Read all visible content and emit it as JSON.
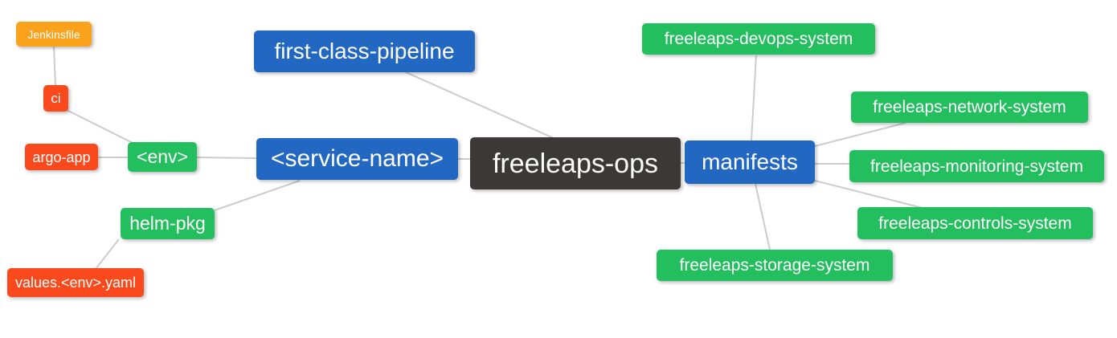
{
  "diagram": {
    "type": "mindmap",
    "background": "#ffffff",
    "text_color": "#ffffff",
    "edge_color": "#cccccc",
    "palette": {
      "root_dark": "#3b3837",
      "branch_blue": "#2268c3",
      "leaf_green": "#23be5e",
      "leaf_red": "#fa4a1d",
      "leaf_orange": "#faa21b"
    },
    "nodes": {
      "freeleaps_ops": {
        "label": "freeleaps-ops",
        "color": "#3b3837"
      },
      "first_class_pipeline": {
        "label": "first-class-pipeline",
        "color": "#2268c3"
      },
      "service_name": {
        "label": "<service-name>",
        "color": "#2268c3"
      },
      "manifests": {
        "label": "manifests",
        "color": "#2268c3"
      },
      "env": {
        "label": "<env>",
        "color": "#23be5e"
      },
      "helm_pkg": {
        "label": "helm-pkg",
        "color": "#23be5e"
      },
      "ci": {
        "label": "ci",
        "color": "#fa4a1d"
      },
      "argo_app": {
        "label": "argo-app",
        "color": "#fa4a1d"
      },
      "jenkinsfile": {
        "label": "Jenkinsfile",
        "color": "#faa21b"
      },
      "values_env_yaml": {
        "label": "values.<env>.yaml",
        "color": "#fa4a1d"
      },
      "devops_system": {
        "label": "freeleaps-devops-system",
        "color": "#23be5e"
      },
      "network_system": {
        "label": "freeleaps-network-system",
        "color": "#23be5e"
      },
      "monitoring_system": {
        "label": "freeleaps-monitoring-system",
        "color": "#23be5e"
      },
      "controls_system": {
        "label": "freeleaps-controls-system",
        "color": "#23be5e"
      },
      "storage_system": {
        "label": "freeleaps-storage-system",
        "color": "#23be5e"
      }
    },
    "edges": [
      [
        "freeleaps_ops",
        "first_class_pipeline"
      ],
      [
        "freeleaps_ops",
        "service_name"
      ],
      [
        "freeleaps_ops",
        "manifests"
      ],
      [
        "service_name",
        "env"
      ],
      [
        "service_name",
        "helm_pkg"
      ],
      [
        "env",
        "ci"
      ],
      [
        "env",
        "argo_app"
      ],
      [
        "ci",
        "jenkinsfile"
      ],
      [
        "helm_pkg",
        "values_env_yaml"
      ],
      [
        "manifests",
        "devops_system"
      ],
      [
        "manifests",
        "network_system"
      ],
      [
        "manifests",
        "monitoring_system"
      ],
      [
        "manifests",
        "controls_system"
      ],
      [
        "manifests",
        "storage_system"
      ]
    ]
  }
}
